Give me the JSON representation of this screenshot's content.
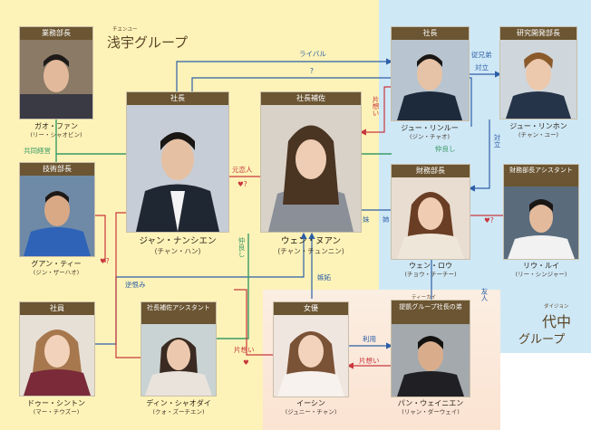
{
  "groups": {
    "senyu": {
      "name": "浅宇グループ",
      "ruby": "チエンユー"
    },
    "daizhong": {
      "name_line1": "代中",
      "name_line2": "グループ",
      "ruby": "ダイジョン"
    }
  },
  "characters": {
    "gao": {
      "role": "業務部長",
      "name": "ガオ・ファン",
      "cast": "(リー・シャオビン)"
    },
    "jiang": {
      "role": "社長",
      "name": "ジャン・ナンシエン",
      "cast": "(チャン・ハン)"
    },
    "wen": {
      "role": "社長補佐",
      "name": "ウェン・ヌアン",
      "cast": "(チャン・チュンニン)"
    },
    "zhou_r": {
      "role": "社長",
      "name": "ジュー・リンルー",
      "cast": "(ジン・チャオ)"
    },
    "zhou_h": {
      "role": "研究開発部長",
      "name": "ジュー・リンホン",
      "cast": "(チャン・ユー)"
    },
    "guan": {
      "role": "技術部長",
      "name": "グアン・ティー",
      "cast": "(ジン・ザーハオ)"
    },
    "wen_rou": {
      "role": "財務部長",
      "name": "ウェン・ロウ",
      "cast": "(チョウ・チーチー)"
    },
    "liu": {
      "role": "財務部長アシスタント",
      "name": "リウ・ルイ",
      "cast": "(リー・シンジャー)"
    },
    "du": {
      "role": "社員",
      "name": "ドゥー・シントン",
      "cast": "(マー・チウズー)"
    },
    "ding": {
      "role": "社長補佐アシスタント",
      "name": "ディン・シャオダイ",
      "cast": "(クォ・ズーチエン)"
    },
    "yi": {
      "role": "女優",
      "name": "イーシン",
      "cast": "(ジュニー・チャン)"
    },
    "pan": {
      "role_ruby": "ティーカイ",
      "role": "提凱グループ社長の弟",
      "name": "パン・ウェイニエン",
      "cast": "(リャン・ダーウェイ)"
    }
  },
  "relations": {
    "rival": "ライバル",
    "question": "?",
    "one_sided": "片想い",
    "cousin": "従兄弟",
    "opposed": "対立",
    "opposed2": "対立",
    "joint_mgmt": "共同経営",
    "ex_lovers": "元恋人",
    "close": "仲良し",
    "close2": "仲良し",
    "younger_sister": "妹",
    "older_sister": "姉",
    "heart": "♥",
    "heart_q": "♥?",
    "resent": "逆恨み",
    "jealous": "嫉妬",
    "friend": "友人",
    "use": "利用",
    "one_sided2": "片想い",
    "one_sided3": "片想い"
  },
  "colors": {
    "yellow_bg": "#fdf3b8",
    "blue_bg": "#cfe8f6",
    "peach_bg": "#fbe9dc",
    "role_bar": "#6b5532",
    "line_blue": "#2d5fa6",
    "line_red": "#c8383e",
    "line_green": "#3a9a66",
    "text_blue": "#2d5fa6"
  }
}
